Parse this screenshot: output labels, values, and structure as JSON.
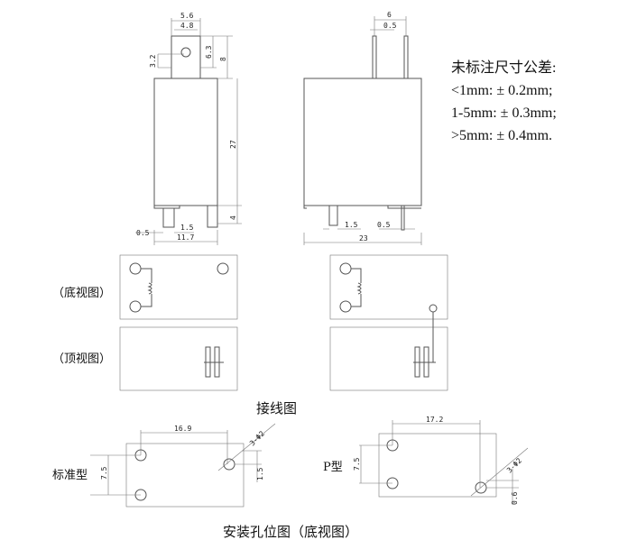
{
  "tolerance": {
    "title": "未标注尺寸公差:",
    "lines": [
      "<1mm: ± 0.2mm;",
      "1-5mm: ± 0.3mm;",
      ">5mm: ± 0.4mm."
    ]
  },
  "side_view": {
    "d1": "5.6",
    "d2": "4.8",
    "d3": "6.3",
    "d4": "8",
    "d5": "3.2",
    "d6": "27",
    "d7": "4",
    "d8": "0.5",
    "d9": "1.5",
    "d10": "11.7"
  },
  "front_view": {
    "d1": "6",
    "d2": "0.5",
    "d3": "1.5",
    "d4": "0.5",
    "d5": "23"
  },
  "wiring": {
    "bottom_label": "（底视图）",
    "top_label": "（顶视图）",
    "title": "接线图"
  },
  "mounting": {
    "standard_label": "标准型",
    "std_w": "16.9",
    "std_h": "7.5",
    "std_off": "1.5",
    "std_hole": "3-Φ2",
    "p_label": "P型",
    "p_w": "17.2",
    "p_h": "7.5",
    "p_off": "0.6",
    "p_hole": "3-Φ2",
    "title": "安装孔位图（底视图）"
  }
}
